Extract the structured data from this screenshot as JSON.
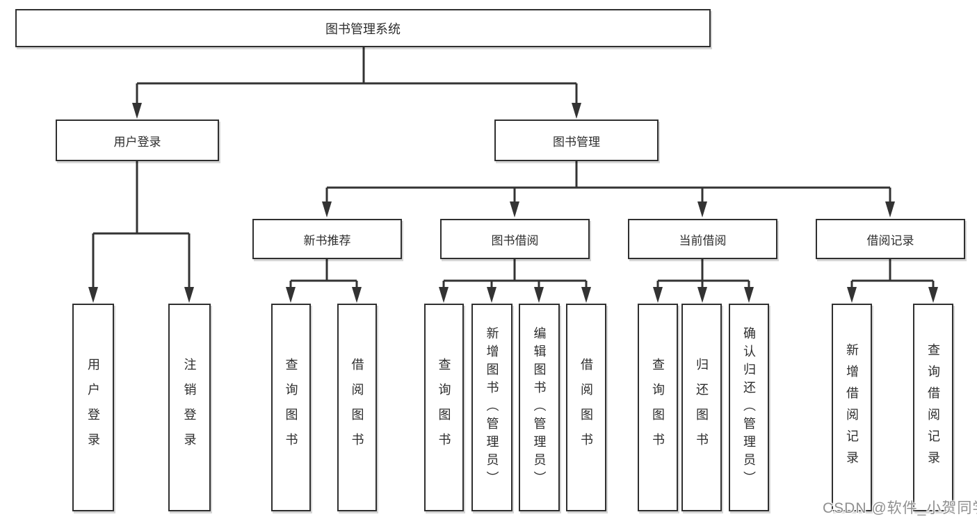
{
  "colors": {
    "line": "#333333",
    "box_border": "#2f2f2f",
    "background": "#ffffff",
    "text": "#2d2d2d",
    "watermark": "#8f8f8f"
  },
  "watermark": {
    "text": "CSDN @软件_小贺同学"
  },
  "tree": {
    "root": {
      "label": "图书管理系统",
      "children": [
        {
          "label": "用户登录",
          "children": [
            {
              "label": "用户登录"
            },
            {
              "label": "注销登录"
            }
          ]
        },
        {
          "label": "图书管理",
          "children": [
            {
              "label": "新书推荐",
              "children": [
                {
                  "label": "查询图书"
                },
                {
                  "label": "借阅图书"
                }
              ]
            },
            {
              "label": "图书借阅",
              "children": [
                {
                  "label": "查询图书"
                },
                {
                  "label": "新增图书（管理员）"
                },
                {
                  "label": "编辑图书（管理员）"
                },
                {
                  "label": "借阅图书"
                }
              ]
            },
            {
              "label": "当前借阅",
              "children": [
                {
                  "label": "查询图书"
                },
                {
                  "label": "归还图书"
                },
                {
                  "label": "确认归还（管理员）"
                }
              ]
            },
            {
              "label": "借阅记录",
              "children": [
                {
                  "label": "新增借阅记录"
                },
                {
                  "label": "查询借阅记录"
                }
              ]
            }
          ]
        }
      ]
    }
  }
}
